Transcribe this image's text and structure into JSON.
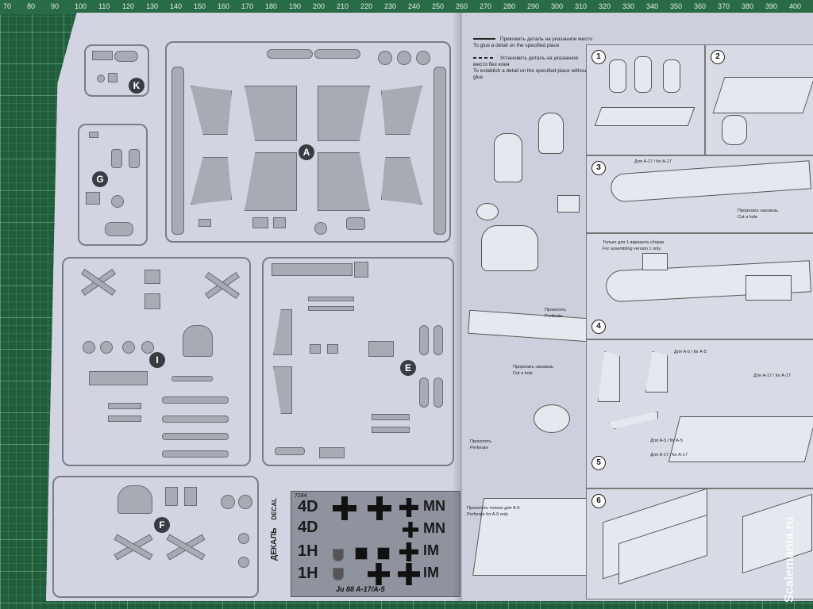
{
  "ruler": {
    "marks": [
      "70",
      "80",
      "90",
      "100",
      "110",
      "120",
      "130",
      "140",
      "150",
      "160",
      "170",
      "180",
      "190",
      "200",
      "210",
      "220",
      "230",
      "240",
      "250",
      "260",
      "270",
      "280",
      "290",
      "300",
      "310",
      "320",
      "330",
      "340",
      "350",
      "360",
      "370",
      "380",
      "390",
      "400"
    ]
  },
  "sprues": [
    {
      "id": "K",
      "label": "K"
    },
    {
      "id": "A",
      "label": "A"
    },
    {
      "id": "G",
      "label": "G"
    },
    {
      "id": "I",
      "label": "I"
    },
    {
      "id": "E",
      "label": "E"
    },
    {
      "id": "F",
      "label": "F"
    }
  ],
  "decal": {
    "side_label": "ДЕКАЛЬ",
    "code": "7284",
    "title": "DECAL",
    "model": "Ju 88 A-17/A-5",
    "rows": [
      {
        "left": "4D",
        "right": "MN"
      },
      {
        "left": "4D",
        "right": "MN"
      },
      {
        "left": "1H",
        "right": "IM"
      },
      {
        "left": "1H",
        "right": "IM"
      }
    ]
  },
  "legend": {
    "glue_ru": "Приклеить деталь на указанное место",
    "glue_en": "To glue a detail on the specified place",
    "noglue_ru": "Установить деталь на указанное место без клея",
    "noglue_en": "To establish a detail on the specified place without glue"
  },
  "steps": [
    {
      "num": "1"
    },
    {
      "num": "2"
    },
    {
      "num": "3"
    },
    {
      "num": "4"
    },
    {
      "num": "5"
    },
    {
      "num": "6"
    }
  ],
  "labels": {
    "perforate_ru": "Проколоть",
    "perforate_en": "Perforate",
    "cut_ru": "Прорезать насквозь",
    "cut_en": "Cut a hole",
    "a5_only_ru": "Проколоть только для A-5",
    "a5_only_en": "Perforate for A-5 only",
    "variant_ru": "Только для 1 варианта сборки",
    "variant_en": "For assembling version 1 only",
    "for_a17": "Для A-17 / for A-17",
    "for_a5": "Для A-5 / for A-5"
  },
  "watermark": "Scalemania.ru"
}
